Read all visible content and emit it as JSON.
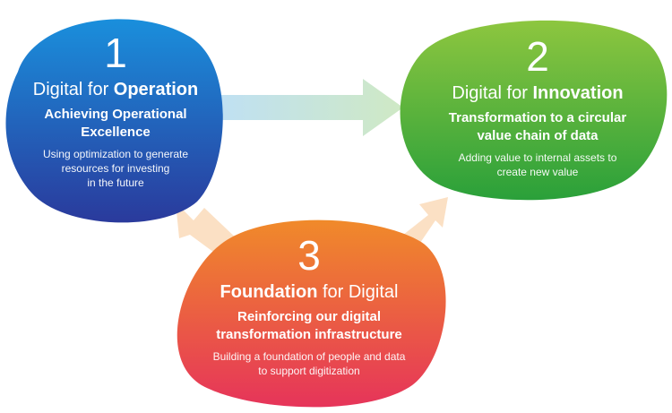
{
  "colors": {
    "blob1_top": "#1a8fdc",
    "blob1_bottom": "#2a3a9c",
    "blob2_top": "#8dc63f",
    "blob2_bottom": "#2aa03a",
    "blob3_top": "#f08a2a",
    "blob3_bottom": "#e6345a",
    "arrow_blue_green": "#bfe4d0",
    "arrow_peach": "#fbe0c4"
  },
  "nodes": [
    {
      "number": "1",
      "title_prefix": "Digital for ",
      "title_bold": "Operation",
      "subtitle_line1": "Achieving Operational",
      "subtitle_line2": "Excellence",
      "desc_line1": "Using optimization to generate",
      "desc_line2": "resources for investing",
      "desc_line3": "in the future"
    },
    {
      "number": "2",
      "title_prefix": "Digital for ",
      "title_bold": "Innovation",
      "subtitle_line1": "Transformation to a circular",
      "subtitle_line2": "value chain of data",
      "desc_line1": "Adding value to internal assets to",
      "desc_line2": "create new value"
    },
    {
      "number": "3",
      "title_bold": "Foundation",
      "title_suffix": " for Digital",
      "subtitle_line1": "Reinforcing our digital",
      "subtitle_line2": "transformation infrastructure",
      "desc_line1": "Building a foundation of people and data",
      "desc_line2": "to support digitization"
    }
  ]
}
